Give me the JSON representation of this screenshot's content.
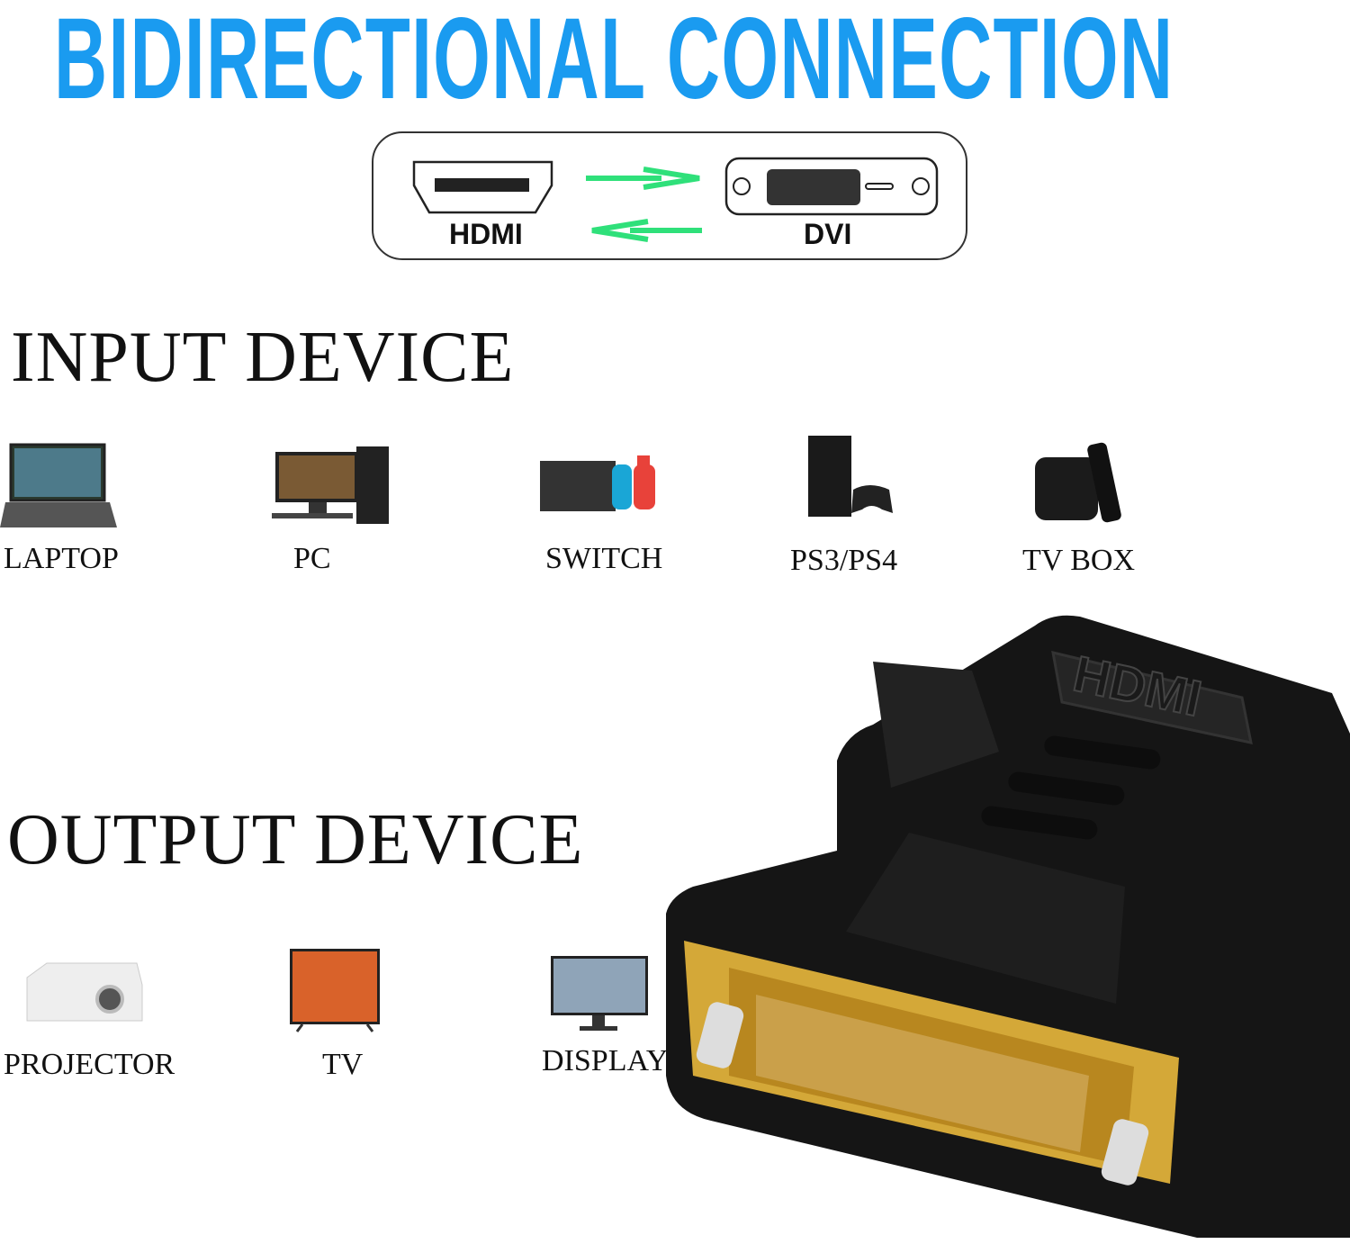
{
  "title": "BIDIRECTIONAL CONNECTION",
  "diagram": {
    "left_label": "HDMI",
    "right_label": "DVI",
    "arrow_color": "#2fe07a"
  },
  "input_section": {
    "heading": "INPUT DEVICE",
    "devices": [
      {
        "label": "LAPTOP",
        "icon": "laptop-icon"
      },
      {
        "label": "PC",
        "icon": "pc-icon"
      },
      {
        "label": "SWITCH",
        "icon": "game-console-switch-icon"
      },
      {
        "label": "PS3/PS4",
        "icon": "playstation-icon"
      },
      {
        "label": "TV BOX",
        "icon": "tv-box-icon"
      }
    ]
  },
  "output_section": {
    "heading": "OUTPUT DEVICE",
    "devices": [
      {
        "label": "PROJECTOR",
        "icon": "projector-icon"
      },
      {
        "label": "TV",
        "icon": "tv-icon"
      },
      {
        "label": "DISPLAY",
        "icon": "monitor-icon"
      }
    ]
  },
  "product": {
    "embossed_text": "HDMI",
    "colors": {
      "body": "#111111",
      "gold": "#d4a838"
    }
  },
  "colors": {
    "title": "#1a9bf0"
  }
}
